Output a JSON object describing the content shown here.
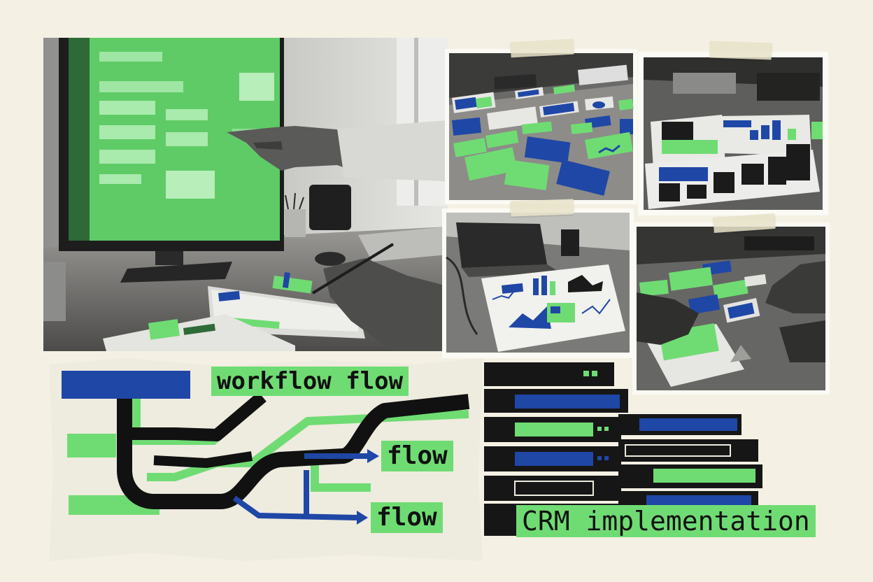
{
  "palette": {
    "background": "#f4f1e4",
    "accent_green": "#6fdc73",
    "accent_blue": "#1f47a6",
    "ink": "#111111",
    "paper": "#eeebdf"
  },
  "labels": {
    "workflow": "workflow flow",
    "flow_1": "flow",
    "flow_2": "flow",
    "crm": "CRM implementation"
  },
  "icons": [
    "pointing-hand",
    "pen",
    "laptop",
    "mug",
    "server-rack"
  ]
}
